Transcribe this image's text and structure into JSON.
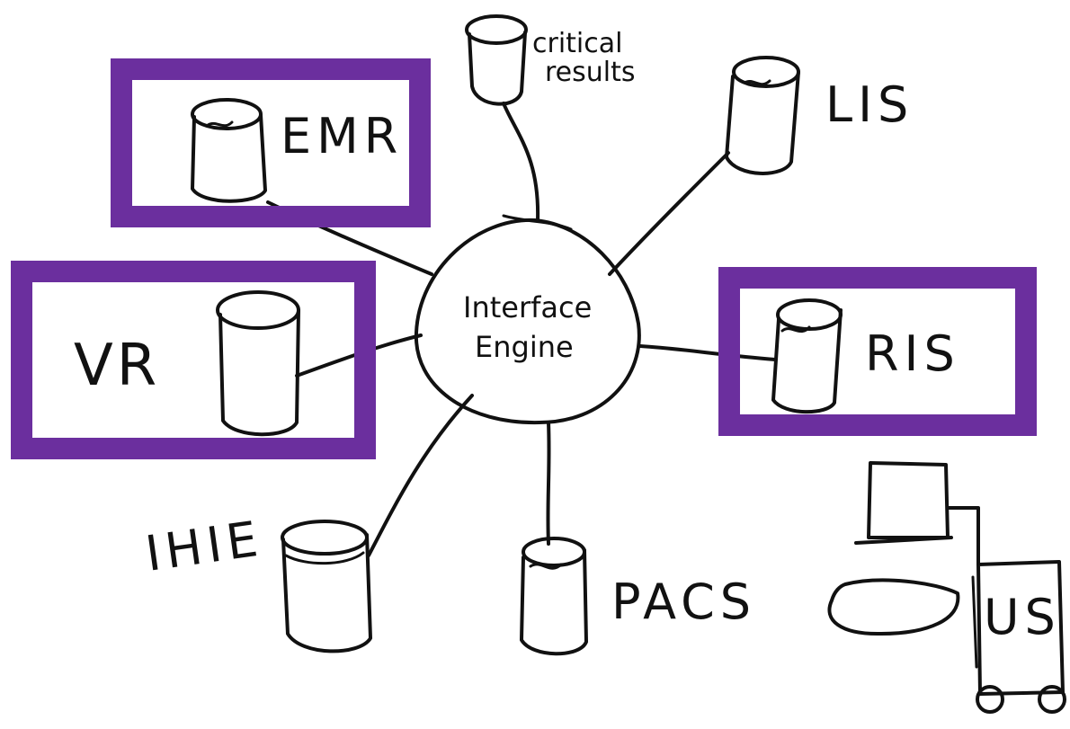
{
  "diagram": {
    "hub": {
      "label_line1": "Interface",
      "label_line2": "Engine"
    },
    "nodes": {
      "emr": "EMR",
      "critical": {
        "line1": "critical",
        "line2": "results"
      },
      "lis": "LIS",
      "vr": "VR",
      "ris": "RIS",
      "ihie": "IHIE",
      "pacs": "PACS",
      "us": "US"
    },
    "colors": {
      "highlight_frame": "#6B2F9E",
      "ink": "#111111",
      "background": "#ffffff"
    }
  }
}
